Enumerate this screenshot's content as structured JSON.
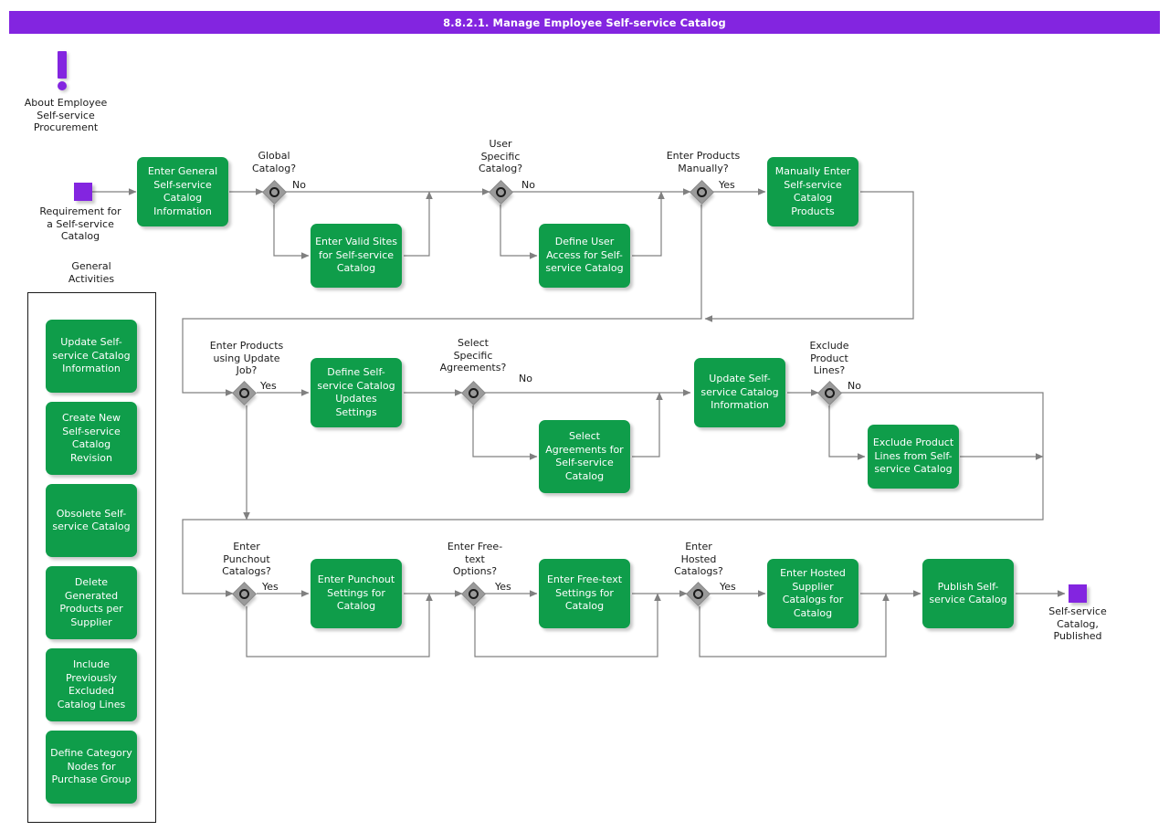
{
  "header": {
    "title": "8.8.2.1. Manage Employee Self-service Catalog",
    "bar_color": "#8325E0"
  },
  "theme": {
    "task_green": "#0F9D4A",
    "event_purple": "#8325E0",
    "gateway_gray": "#9A9A9A",
    "connector_gray": "#808080",
    "text_dark": "#1A1A1A"
  },
  "info_marker": {
    "icon": "exclamation-mark-icon",
    "label": "About Employee\nSelf-service\nProcurement"
  },
  "start_event": {
    "icon": "start-event-icon",
    "label": "Requirement for\na Self-service\nCatalog"
  },
  "end_event": {
    "icon": "end-event-icon",
    "label": "Self-service\nCatalog,\nPublished"
  },
  "general_activities": {
    "title": "General\nActivities",
    "items": [
      {
        "label": "Update Self-\nservice Catalog\nInformation"
      },
      {
        "label": "Create New\nSelf-service\nCatalog Revision"
      },
      {
        "label": "Obsolete Self-\nservice Catalog"
      },
      {
        "label": "Delete\nGenerated\nProducts per\nSupplier"
      },
      {
        "label": "Include\nPreviously\nExcluded\nCatalog Lines"
      },
      {
        "label": "Define Category\nNodes for\nPurchase Group"
      }
    ]
  },
  "row1": {
    "task_general_info": "Enter General\nSelf-service\nCatalog\nInformation",
    "gw_global_catalog": {
      "label": "Global\nCatalog?",
      "edge": "No"
    },
    "task_valid_sites": "Enter Valid Sites\nfor Self-service\nCatalog",
    "gw_user_specific": {
      "label": "User\nSpecific\nCatalog?",
      "edge": "No"
    },
    "task_user_access": "Define User\nAccess for Self-\nservice Catalog",
    "gw_products_manually": {
      "label": "Enter Products\nManually?",
      "edge": "Yes"
    },
    "task_manual_products": "Manually Enter\nSelf-service\nCatalog\nProducts"
  },
  "row2": {
    "gw_update_job": {
      "label": "Enter Products\nusing Update\nJob?",
      "edge": "Yes"
    },
    "task_update_settings": "Define Self-\nservice Catalog\nUpdates Settings",
    "gw_specific_agreements": {
      "label": "Select\nSpecific\nAgreements?",
      "edge": "No"
    },
    "task_select_agreements": "Select\nAgreements for\nSelf-service\nCatalog",
    "task_update_info": "Update Self-\nservice Catalog\nInformation",
    "gw_exclude_lines": {
      "label": "Exclude\nProduct\nLines?",
      "edge": "No"
    },
    "task_exclude_lines": "Exclude Product\nLines from Self-\nservice Catalog"
  },
  "row3": {
    "gw_punchout": {
      "label": "Enter\nPunchout\nCatalogs?",
      "edge": "Yes"
    },
    "task_punchout": "Enter Punchout\nSettings for\nCatalog",
    "gw_freetext": {
      "label": "Enter Free-\ntext\nOptions?",
      "edge": "Yes"
    },
    "task_freetext": "Enter Free-text\nSettings for\nCatalog",
    "gw_hosted": {
      "label": "Enter\nHosted\nCatalogs?",
      "edge": "Yes"
    },
    "task_hosted": "Enter Hosted\nSupplier\nCatalogs for\nCatalog",
    "task_publish": "Publish Self-\nservice Catalog"
  }
}
